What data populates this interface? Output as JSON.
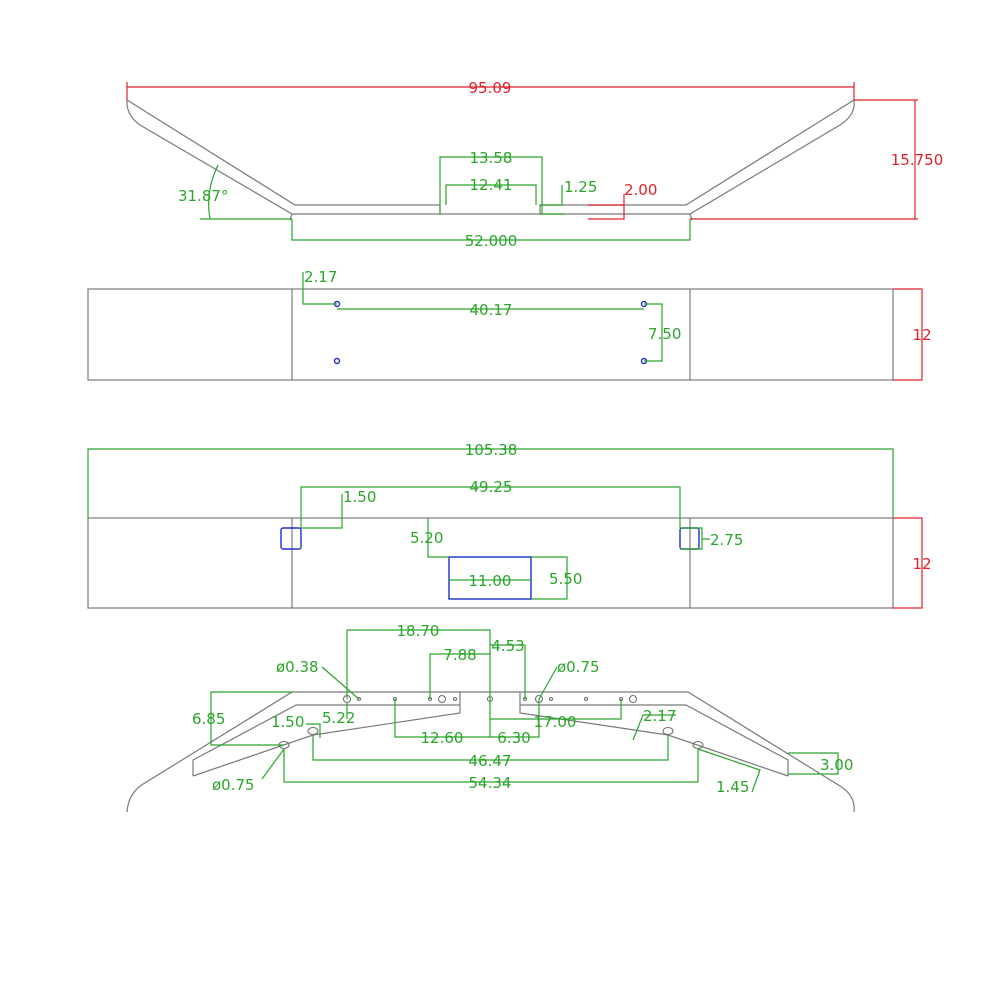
{
  "colors": {
    "outline": "#7a7a7a",
    "dimension_green": "#2aa52a",
    "dimension_red": "#e0202a",
    "hole_blue": "#2030c8"
  },
  "top_view": {
    "overall_width": "95.09",
    "height": "15.750",
    "center_width": "52.000",
    "notch_outer": "13.58",
    "notch_inner": "12.41",
    "notch_depth": "1.25",
    "plate_thickness": "2.00",
    "angle": "31.87°"
  },
  "front_view": {
    "hole_offset": "2.17",
    "hole_spacing": "40.17",
    "hole_vertical": "7.50",
    "height": "12"
  },
  "rear_view": {
    "overall_width": "105.38",
    "slot_spacing": "49.25",
    "slot_width": "1.50",
    "slot_height": "2.75",
    "cutout_top": "5.20",
    "cutout_width": "11.00",
    "cutout_height": "5.50",
    "height": "12"
  },
  "bottom_view": {
    "d1": "18.70",
    "d2": "7.88",
    "d3": "4.53",
    "hole_small": "ø0.38",
    "hole_large": "ø0.75",
    "d_685": "6.85",
    "d_150": "1.50",
    "d_522": "5.22",
    "d_1260": "12.60",
    "d_630": "6.30",
    "d_1700": "17.00",
    "d_217": "2.17",
    "d_4647": "46.47",
    "hole_bottom": "ø0.75",
    "d_5434": "54.34",
    "d_145": "1.45",
    "d_300": "3.00"
  }
}
